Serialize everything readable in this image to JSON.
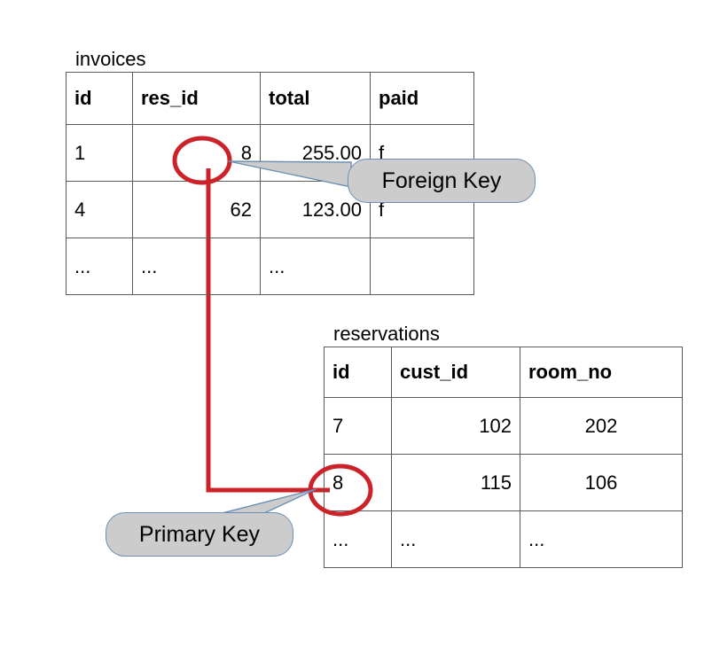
{
  "diagram": {
    "title": "database-foreign-primary-key-relationship",
    "accent_red": "#cc2229",
    "bubble_fill": "#cccccc",
    "bubble_border": "#6a8fb5",
    "grid_color": "#5a5a5a"
  },
  "tables": {
    "invoices": {
      "caption": "invoices",
      "columns": [
        {
          "label": "id",
          "align": "left"
        },
        {
          "label": "res_id",
          "align": "right"
        },
        {
          "label": "total",
          "align": "right"
        },
        {
          "label": "paid",
          "align": "left"
        }
      ],
      "rows": [
        [
          "1",
          "8",
          "255.00",
          "f"
        ],
        [
          "4",
          "62",
          "123.00",
          "f"
        ],
        [
          "...",
          "...",
          "...",
          ""
        ]
      ]
    },
    "reservations": {
      "caption": "reservations",
      "columns": [
        {
          "label": "id",
          "align": "left"
        },
        {
          "label": "cust_id",
          "align": "right"
        },
        {
          "label": "room_no",
          "align": "center"
        }
      ],
      "rows": [
        [
          "7",
          "102",
          "202"
        ],
        [
          "8",
          "115",
          "106"
        ],
        [
          "...",
          "...",
          "..."
        ]
      ]
    }
  },
  "annotations": {
    "foreign_key": {
      "label": "Foreign Key",
      "points_to": "invoices.res_id = 8"
    },
    "primary_key": {
      "label": "Primary Key",
      "points_to": "reservations.id = 8"
    }
  },
  "relationship": {
    "from": "invoices.res_id",
    "from_value": "8",
    "to": "reservations.id",
    "to_value": "8"
  }
}
